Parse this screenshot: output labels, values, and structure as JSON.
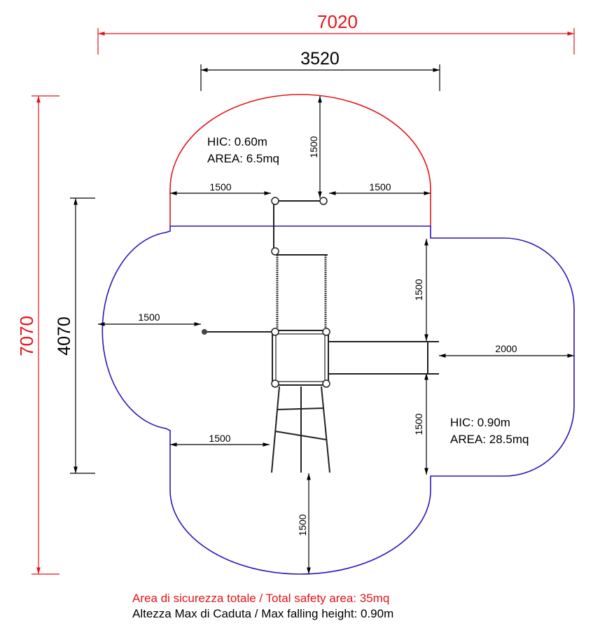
{
  "dimensions": {
    "total_width": "7020",
    "total_depth": "7070",
    "top_width": "3520",
    "left_depth": "4070",
    "top_clearance": "1500",
    "top_left": "1500",
    "top_right": "1500",
    "left_mid": "1500",
    "left_low": "1500",
    "right_upper": "1500",
    "right_slide": "2000",
    "right_lower": "1500",
    "bottom": "1500"
  },
  "zones": {
    "upper": {
      "hic": "HIC: 0.60m",
      "area": "AREA: 6.5mq",
      "color": "#e5141b"
    },
    "main": {
      "hic": "HIC: 0.90m",
      "area": "AREA: 28.5mq",
      "color": "#2a17b8"
    }
  },
  "footer": {
    "total_area": "Area di sicurezza totale / Total safety area: 35mq",
    "max_height": "Altezza Max di Caduta / Max falling height: 0.90m"
  }
}
